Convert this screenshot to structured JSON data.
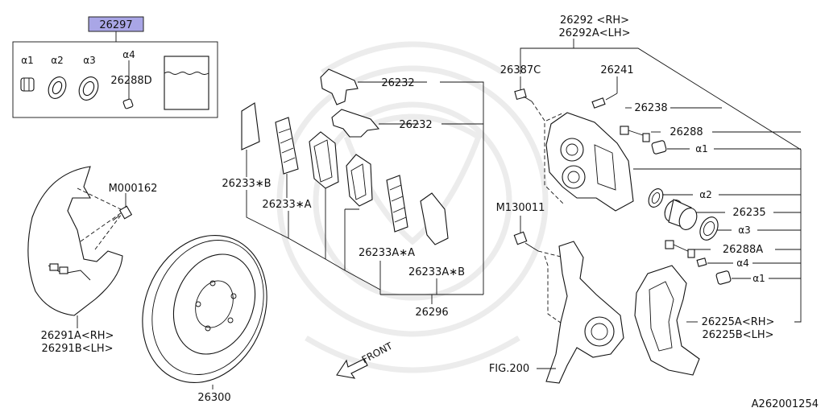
{
  "callouts": {
    "kit": "26297",
    "a1_kit": "α1",
    "a2_kit": "α2",
    "a3_kit": "α3",
    "a4_kit": "α4",
    "pin_kit": "26288D",
    "m000162": "M000162",
    "shield_rh": "26291A<RH>",
    "shield_lh": "26291B<LH>",
    "rotor": "26300",
    "pad_b1": "26233∗B",
    "pad_a1": "26233∗A",
    "pad_aa": "26233A∗A",
    "pad_ab": "26233A∗B",
    "pad_set": "26296",
    "clip1": "26232",
    "clip2": "26232",
    "caliper_rh": "26292 <RH>",
    "caliper_lh": "26292A<LH>",
    "bleeder": "26387C",
    "cap": "26241",
    "bolt_26238": "26238",
    "pin_26288": "26288",
    "a1_right": "α1",
    "a2_right": "α2",
    "piston": "26235",
    "a3_right": "α3",
    "pin_26288a": "26288A",
    "a4_right": "α4",
    "a1_right2": "α1",
    "m130011": "M130011",
    "fig200": "FIG.200",
    "bracket_rh": "26225A<RH>",
    "bracket_lh": "26225B<LH>",
    "front": "FRONT",
    "diagram_id": "A262001254"
  },
  "colors": {
    "kit_highlight": "#a9a6e6",
    "line": "#111111",
    "watermark": "#ececec"
  }
}
